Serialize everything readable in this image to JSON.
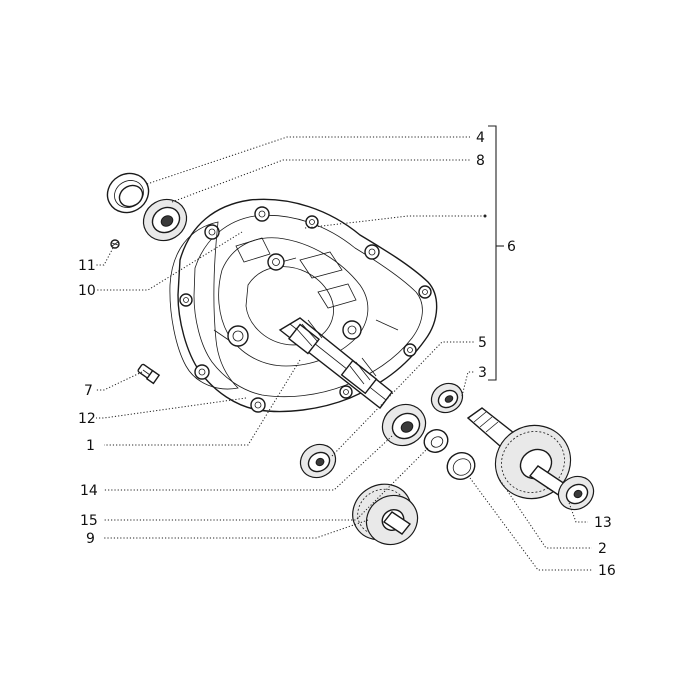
{
  "callouts": [
    {
      "id": "4",
      "text": "4"
    },
    {
      "id": "8",
      "text": "8"
    },
    {
      "id": "6",
      "text": "6"
    },
    {
      "id": "11",
      "text": "11"
    },
    {
      "id": "10",
      "text": "10"
    },
    {
      "id": "5",
      "text": "5"
    },
    {
      "id": "3",
      "text": "3"
    },
    {
      "id": "7",
      "text": "7"
    },
    {
      "id": "12",
      "text": "12"
    },
    {
      "id": "1",
      "text": "1"
    },
    {
      "id": "14",
      "text": "14"
    },
    {
      "id": "15",
      "text": "15"
    },
    {
      "id": "9",
      "text": "9"
    },
    {
      "id": "13",
      "text": "13"
    },
    {
      "id": "2",
      "text": "2"
    },
    {
      "id": "16",
      "text": "16"
    }
  ]
}
